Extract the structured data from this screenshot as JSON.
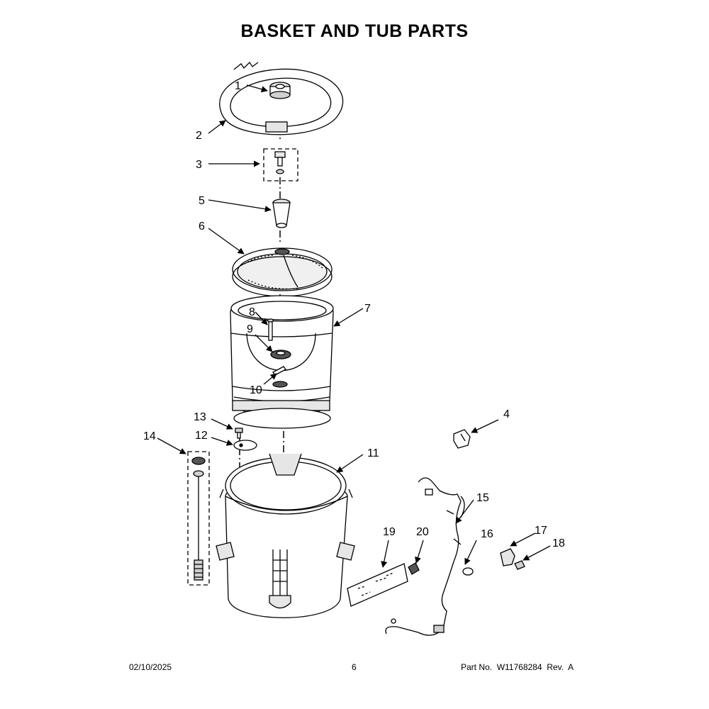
{
  "title": "BASKET AND TUB PARTS",
  "footer": {
    "date": "02/10/2025",
    "page": "6",
    "part_label": "Part No.",
    "part_number": "W11768284",
    "rev_label": "Rev.",
    "rev": "A"
  },
  "callouts": [
    {
      "id": "1",
      "label": "1"
    },
    {
      "id": "2",
      "label": "2"
    },
    {
      "id": "3",
      "label": "3"
    },
    {
      "id": "4",
      "label": "4"
    },
    {
      "id": "5",
      "label": "5"
    },
    {
      "id": "6",
      "label": "6"
    },
    {
      "id": "7",
      "label": "7"
    },
    {
      "id": "8",
      "label": "8"
    },
    {
      "id": "9",
      "label": "9"
    },
    {
      "id": "10",
      "label": "10"
    },
    {
      "id": "11",
      "label": "11"
    },
    {
      "id": "12",
      "label": "12"
    },
    {
      "id": "13",
      "label": "13"
    },
    {
      "id": "14",
      "label": "14"
    },
    {
      "id": "15",
      "label": "15"
    },
    {
      "id": "16",
      "label": "16"
    },
    {
      "id": "17",
      "label": "17"
    },
    {
      "id": "18",
      "label": "18"
    },
    {
      "id": "19",
      "label": "19"
    },
    {
      "id": "20",
      "label": "20"
    }
  ],
  "colors": {
    "line": "#000000",
    "fill": "#ffffff",
    "shade": "#d9d9d9"
  }
}
